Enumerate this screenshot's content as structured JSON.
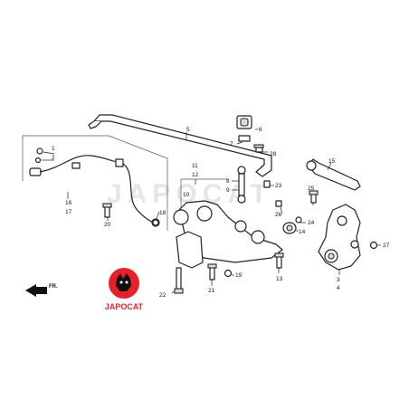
{
  "watermark": "JAPOCAT",
  "logo": {
    "text": "JAPOCAT",
    "color": "#e8202a"
  },
  "direction_label": "FR.",
  "callouts": [
    "1",
    "2",
    "3",
    "4",
    "5",
    "6",
    "7",
    "8",
    "9",
    "10",
    "11",
    "12",
    "13",
    "14",
    "15",
    "16",
    "17",
    "18",
    "19",
    "20",
    "21",
    "22",
    "23",
    "24",
    "25",
    "26",
    "27",
    "28"
  ]
}
